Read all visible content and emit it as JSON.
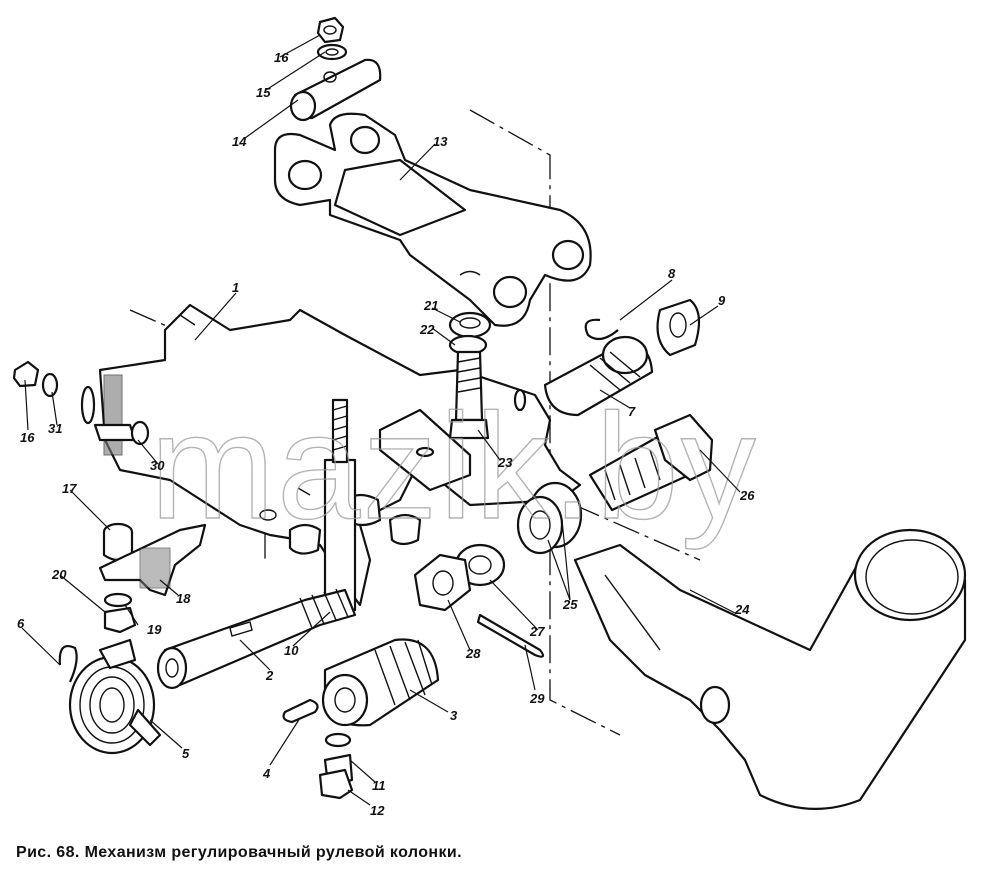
{
  "caption": "Рис. 68. Механизм регулировачный рулевой колонки.",
  "watermark": "mazik.by",
  "part_labels": [
    "1",
    "2",
    "3",
    "4",
    "5",
    "6",
    "7",
    "8",
    "9",
    "10",
    "11",
    "12",
    "13",
    "14",
    "15",
    "16",
    "16",
    "17",
    "18",
    "19",
    "20",
    "21",
    "22",
    "23",
    "24",
    "25",
    "26",
    "27",
    "28",
    "29",
    "30",
    "31"
  ]
}
